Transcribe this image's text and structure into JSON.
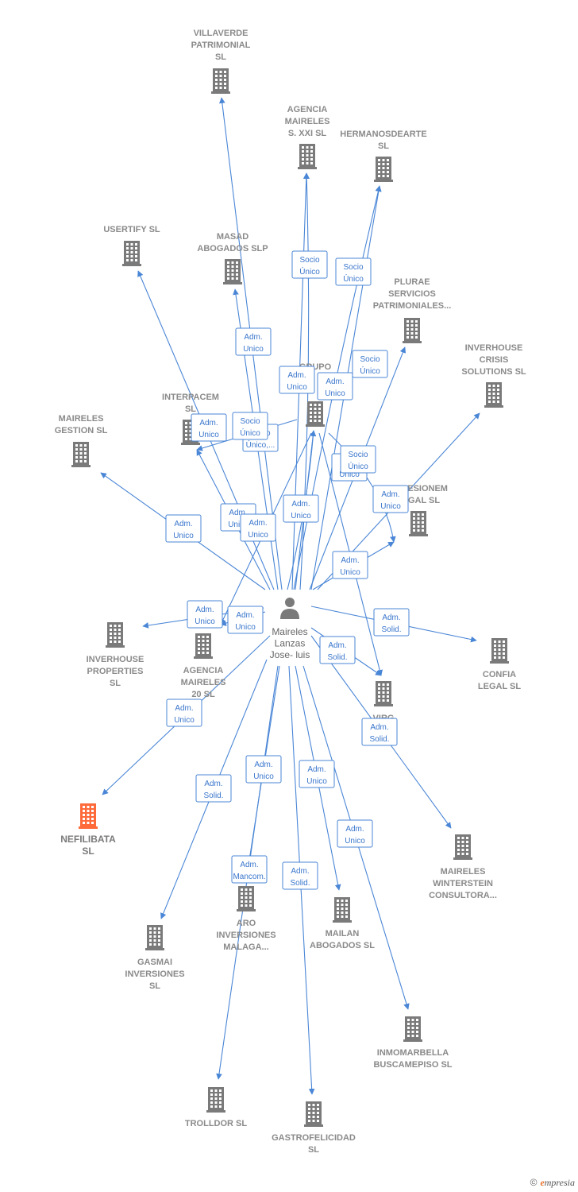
{
  "colors": {
    "edge": "#4a86d6",
    "building": "#7a7a7a",
    "highlight": "#ff6a3a",
    "person": "#7a7a7a"
  },
  "center": {
    "lines": [
      "Maireles",
      "Lanzas",
      "Jose- luis"
    ],
    "icon": "person-icon"
  },
  "companies": [
    {
      "id": "villaverde",
      "lines": [
        "VILLAVERDE",
        "PATRIMONIAL",
        "SL"
      ]
    },
    {
      "id": "agencia-xxi",
      "lines": [
        "AGENCIA",
        "MAIRELES",
        "S. XXI  SL"
      ]
    },
    {
      "id": "hermanos",
      "lines": [
        "HERMANOSDEARTE",
        "SL"
      ]
    },
    {
      "id": "usertify",
      "lines": [
        "USERTIFY  SL"
      ]
    },
    {
      "id": "masad",
      "lines": [
        "MASAD",
        "ABOGADOS SLP"
      ]
    },
    {
      "id": "plurae",
      "lines": [
        "PLURAE",
        "SERVICIOS",
        "PATRIMONIALES..."
      ]
    },
    {
      "id": "grupo",
      "lines": [
        "GRUPO"
      ]
    },
    {
      "id": "inverhouse-crisis",
      "lines": [
        "INVERHOUSE",
        "CRISIS",
        "SOLUTIONS SL"
      ]
    },
    {
      "id": "interpacem",
      "lines": [
        "INTERPACEM",
        "SL"
      ]
    },
    {
      "id": "maireles-gestion",
      "lines": [
        "MAIRELES",
        "GESTION  SL"
      ]
    },
    {
      "id": "sucesionem",
      "lines": [
        "SUCESIONEM",
        "LEGAL  SL"
      ]
    },
    {
      "id": "inverhouse-prop",
      "lines": [
        "INVERHOUSE",
        "PROPERTIES",
        "SL"
      ]
    },
    {
      "id": "agencia-20",
      "lines": [
        "AGENCIA",
        "MAIRELES",
        "20  SL"
      ]
    },
    {
      "id": "confia",
      "lines": [
        "CONFIA",
        "LEGAL  SL"
      ]
    },
    {
      "id": "virg",
      "lines": [
        "VIRG",
        "AC        SL"
      ]
    },
    {
      "id": "nefilibata",
      "lines": [
        "NEFILIBATA",
        "SL"
      ],
      "highlight": true
    },
    {
      "id": "winterstein",
      "lines": [
        "MAIRELES",
        "WINTERSTEIN",
        "CONSULTORA..."
      ]
    },
    {
      "id": "aro",
      "lines": [
        "ARO",
        "INVERSIONES",
        "MALAGA..."
      ]
    },
    {
      "id": "mailan",
      "lines": [
        "MAILAN",
        "ABOGADOS  SL"
      ]
    },
    {
      "id": "gasmai",
      "lines": [
        "GASMAI",
        "INVERSIONES",
        "SL"
      ]
    },
    {
      "id": "inmomarbella",
      "lines": [
        "INMOMARBELLA",
        "BUSCAMEPISO SL"
      ]
    },
    {
      "id": "trolldor",
      "lines": [
        "TROLLDOR  SL"
      ]
    },
    {
      "id": "gastrofelicidad",
      "lines": [
        "GASTROFELICIDAD",
        "SL"
      ]
    }
  ],
  "relations": [
    {
      "lines": [
        "Adm.",
        "Unico"
      ]
    },
    {
      "lines": [
        "Socio",
        "Único"
      ]
    },
    {
      "lines": [
        "Socio",
        "Único"
      ]
    },
    {
      "lines": [
        "Adm.",
        "Unico"
      ]
    },
    {
      "lines": [
        "Socio",
        "Único"
      ]
    },
    {
      "lines": [
        "Adm.",
        "Unico"
      ]
    },
    {
      "lines": [
        "Adm.",
        "Unico"
      ]
    },
    {
      "lines": [
        "Adm.",
        "Unico"
      ]
    },
    {
      "lines": [
        "Socio",
        "Único,..."
      ]
    },
    {
      "lines": [
        "Socio",
        "Único"
      ]
    },
    {
      "lines": [
        "Adm.",
        "Unico"
      ]
    },
    {
      "lines": [
        "Adm.",
        "Unico"
      ]
    },
    {
      "lines": [
        "Adm.",
        "Unico"
      ]
    },
    {
      "lines": [
        "Adm.",
        "Unico"
      ]
    },
    {
      "lines": [
        "Socio",
        "Único"
      ]
    },
    {
      "lines": [
        "Adm.",
        "Unico"
      ]
    },
    {
      "lines": [
        "Adm.",
        "Unico"
      ]
    },
    {
      "lines": [
        "Adm.",
        "Solid."
      ]
    },
    {
      "lines": [
        "Adm.",
        "Unico"
      ]
    },
    {
      "lines": [
        "Adm.",
        "Solid."
      ]
    },
    {
      "lines": [
        "Adm.",
        "Unico"
      ]
    },
    {
      "lines": [
        "Adm.",
        "Solid."
      ]
    },
    {
      "lines": [
        "Adm.",
        "Solid."
      ]
    },
    {
      "lines": [
        "Adm.",
        "Unico"
      ]
    },
    {
      "lines": [
        "Adm.",
        "Unico"
      ]
    },
    {
      "lines": [
        "Adm.",
        "Mancom."
      ]
    },
    {
      "lines": [
        "Adm.",
        "Solid."
      ]
    },
    {
      "lines": [
        "Adm.",
        "Unico"
      ]
    },
    {
      "lines": [
        "Adm.",
        "Unico"
      ]
    }
  ],
  "footer": {
    "copyright": "©",
    "brand_initial": "e",
    "brand_rest": "mpresia"
  }
}
